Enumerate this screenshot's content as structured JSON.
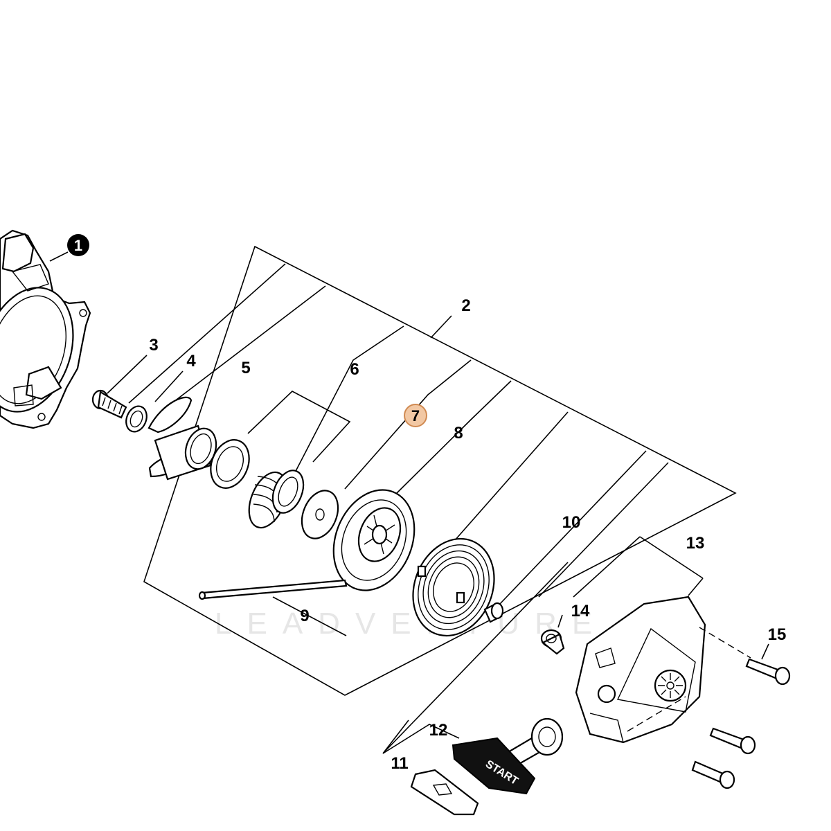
{
  "diagram": {
    "watermark": "LEADVENTURE",
    "callouts": {
      "c1": "1",
      "c2": "2",
      "c3": "3",
      "c4": "4",
      "c5": "5",
      "c6": "6",
      "c7": "7",
      "c8": "8",
      "c9": "9",
      "c10": "10",
      "c11": "11",
      "c12": "12",
      "c13": "13",
      "c14": "14",
      "c15": "15"
    },
    "handle_text": "START",
    "colors": {
      "line": "#000000",
      "highlight_fill": "#f2c8a4",
      "highlight_stroke": "#d08a52",
      "badge_fill": "#000000",
      "watermark": "#e6e6e6"
    }
  }
}
